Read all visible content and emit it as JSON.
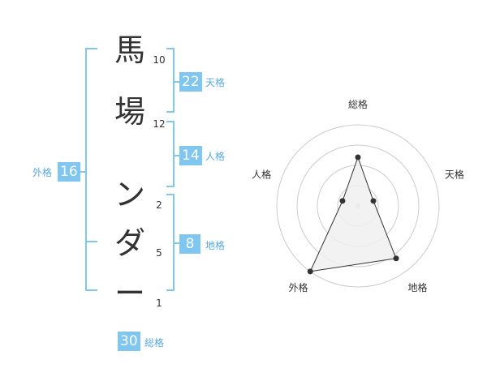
{
  "name": {
    "chars": [
      "馬",
      "場",
      "ン",
      "ダ",
      "ー"
    ],
    "strokes": [
      "10",
      "12",
      "2",
      "5",
      "1"
    ]
  },
  "kakusu": {
    "tenkaku": {
      "value": "22",
      "label": "天格"
    },
    "jinkaku": {
      "value": "14",
      "label": "人格"
    },
    "chikaku": {
      "value": "8",
      "label": "地格"
    },
    "gaikaku": {
      "value": "16",
      "label": "外格"
    },
    "soukaku": {
      "value": "30",
      "label": "総格"
    }
  },
  "chart_data": {
    "type": "radar",
    "axes": [
      "総格",
      "天格",
      "地格",
      "外格",
      "人格"
    ],
    "values": [
      3,
      1,
      4,
      5,
      1
    ],
    "rmax": 5,
    "rings": 4,
    "colors": {
      "fill": "#f0f0f0",
      "line": "#333333",
      "ring": "#cccccc",
      "point": "#333333"
    }
  },
  "colors": {
    "accent": "#7fc6f1",
    "label": "#5aa8e0",
    "bracket": "#7fc6f1"
  }
}
